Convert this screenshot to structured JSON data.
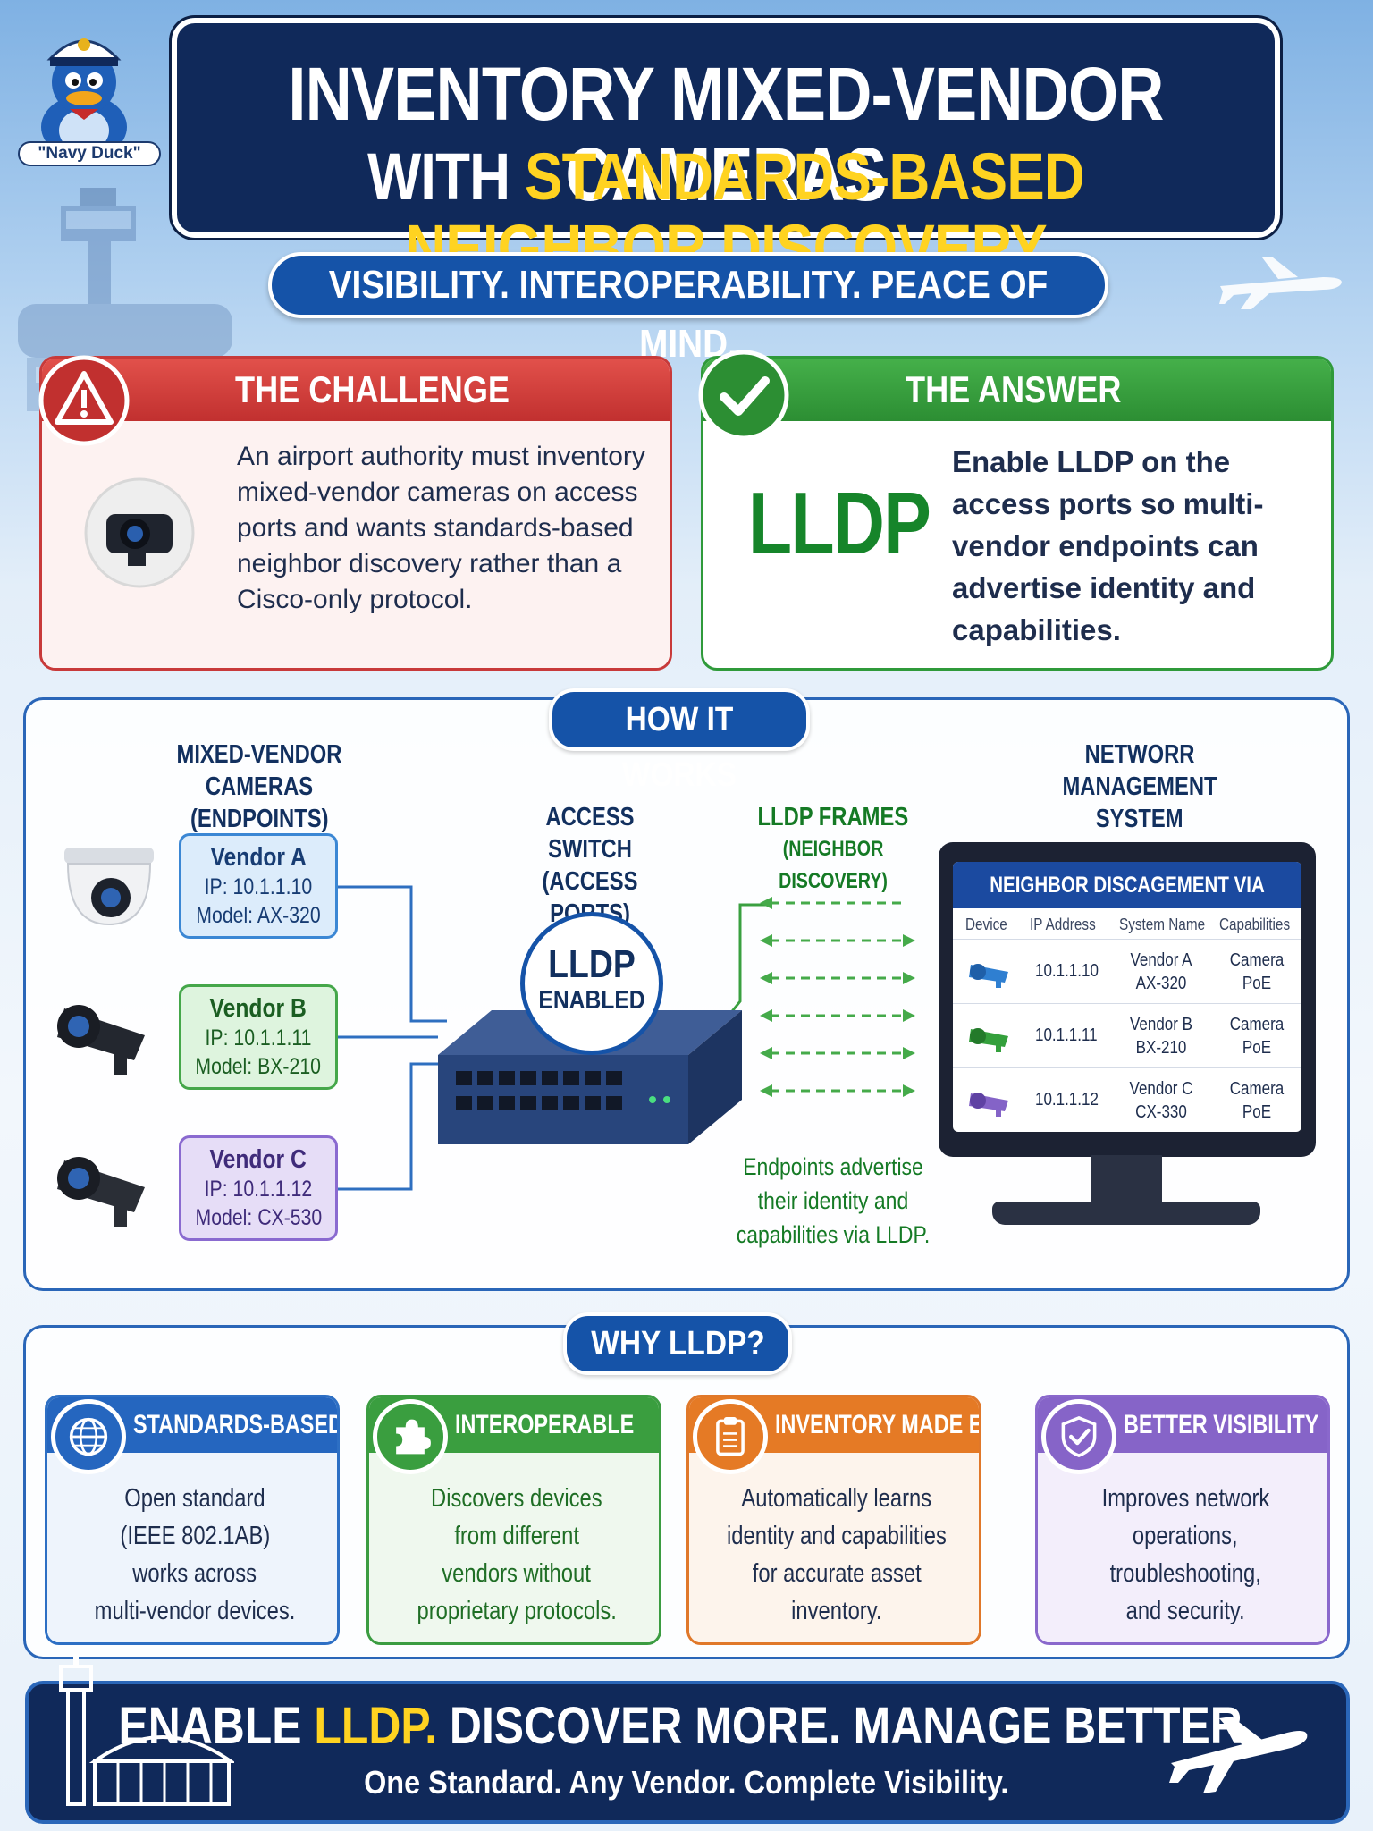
{
  "mascot": {
    "label": "\"Navy Duck\""
  },
  "header": {
    "title_line1": "INVENTORY MIXED-VENDOR CAMERAS",
    "title_line2_white": "WITH ",
    "title_line2_yellow": "STANDARDS-BASED NEIGHBOR DISCOVERY"
  },
  "tagline": "VISIBILITY. INTEROPERABILITY. PEACE OF MIND.",
  "challenge": {
    "title": "THE CHALLENGE",
    "text": "An airport authority must inventory mixed-vendor cameras on access ports and wants standards-based neighbor discovery rather than a Cisco-only protocol.",
    "icon": "warning-icon"
  },
  "answer": {
    "title": "THE ANSWER",
    "big": "LLDP",
    "text": "Enable LLDP on the access ports so multi-vendor endpoints can advertise identity and capabilities.",
    "icon": "check-icon"
  },
  "how": {
    "pill": "HOW IT WORKS",
    "cameras_label_1": "MIXED-VENDOR CAMERAS",
    "cameras_label_2": "(ENDPOINTS)",
    "switch_label_1": "ACCESS SWITCH",
    "switch_label_2": "(ACCESS PORTS)",
    "frames_label_1": "LLDP FRAMES",
    "frames_label_2": "(NEIGHBOR DISCOVERY)",
    "nms_label_1": "NETWORR MANAGEMENT",
    "nms_label_2": "SYSTEM",
    "lldp_badge_1": "LLDP",
    "lldp_badge_2": "ENABLED",
    "advert_text": "Endpoints advertise their identity and capabilities via LLDP.",
    "vendors": [
      {
        "name": "Vendor A",
        "ip": "IP: 10.1.1.10",
        "model": "Model: AX-320"
      },
      {
        "name": "Vendor B",
        "ip": "IP: 10.1.1.11",
        "model": "Model: BX-210"
      },
      {
        "name": "Vendor C",
        "ip": "IP: 10.1.1.12",
        "model": "Model: CX-530"
      }
    ],
    "screen": {
      "title": "NEIGHBOR DISCAGEMENT VIA LLDP",
      "headers": [
        "Device",
        "IP Address",
        "System Name",
        "Capabilities"
      ],
      "rows": [
        {
          "ip": "10.1.1.10",
          "sys1": "Vendor A",
          "sys2": "AX-320",
          "cap1": "Camera",
          "cap2": "PoE",
          "color": "#2f7fd1"
        },
        {
          "ip": "10.1.1.11",
          "sys1": "Vendor B",
          "sys2": "BX-210",
          "cap1": "Camera",
          "cap2": "PoE",
          "color": "#34a03c"
        },
        {
          "ip": "10.1.1.12",
          "sys1": "Vendor C",
          "sys2": "CX-330",
          "cap1": "Camera",
          "cap2": "PoE",
          "color": "#8463c7"
        }
      ]
    }
  },
  "why": {
    "pill": "WHY LLDP?",
    "features": [
      {
        "title": "STANDARDS-BASED",
        "text1": "Open standard",
        "text2": "(IEEE 802.1AB)",
        "text3": "works across",
        "text4": "multi-vendor devices.",
        "icon": "globe-icon"
      },
      {
        "title": "INTEROPERABLE",
        "text1": "Discovers devices",
        "text2": "from different",
        "text3": "vendors without",
        "text4": "proprietary protocols.",
        "icon": "puzzle-icon"
      },
      {
        "title": "INVENTORY MADE EASY",
        "text1": "Automatically learns",
        "text2": "identity and capabilities",
        "text3": "for accurate asset",
        "text4": "inventory.",
        "icon": "clipboard-icon"
      },
      {
        "title": "BETTER VISIBILITY",
        "text1": "Improves network",
        "text2": "operations,",
        "text3": "troubleshooting,",
        "text4": "and security.",
        "icon": "shield-check-icon"
      }
    ]
  },
  "footer": {
    "line1_a": "ENABLE ",
    "line1_b": "LLDP.",
    "line1_c": " DISCOVER MORE. MANAGE BETTER.",
    "line2": "One Standard. Any Vendor. Complete Visibility."
  },
  "colors": {
    "navy": "#10295a",
    "blue": "#1553a8",
    "yellow": "#ffd321",
    "red": "#c83a3a",
    "green": "#2f9a3a",
    "orange": "#e57a25",
    "purple": "#8664c8"
  }
}
